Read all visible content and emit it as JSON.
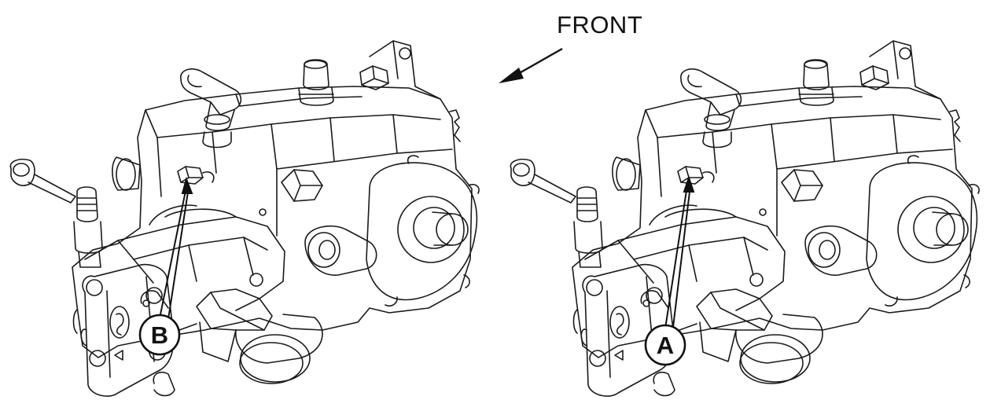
{
  "direction_label": "FRONT",
  "callouts": {
    "left": "B",
    "right": "A"
  },
  "colors": {
    "line": "#1a1a1a",
    "background": "#ffffff"
  }
}
